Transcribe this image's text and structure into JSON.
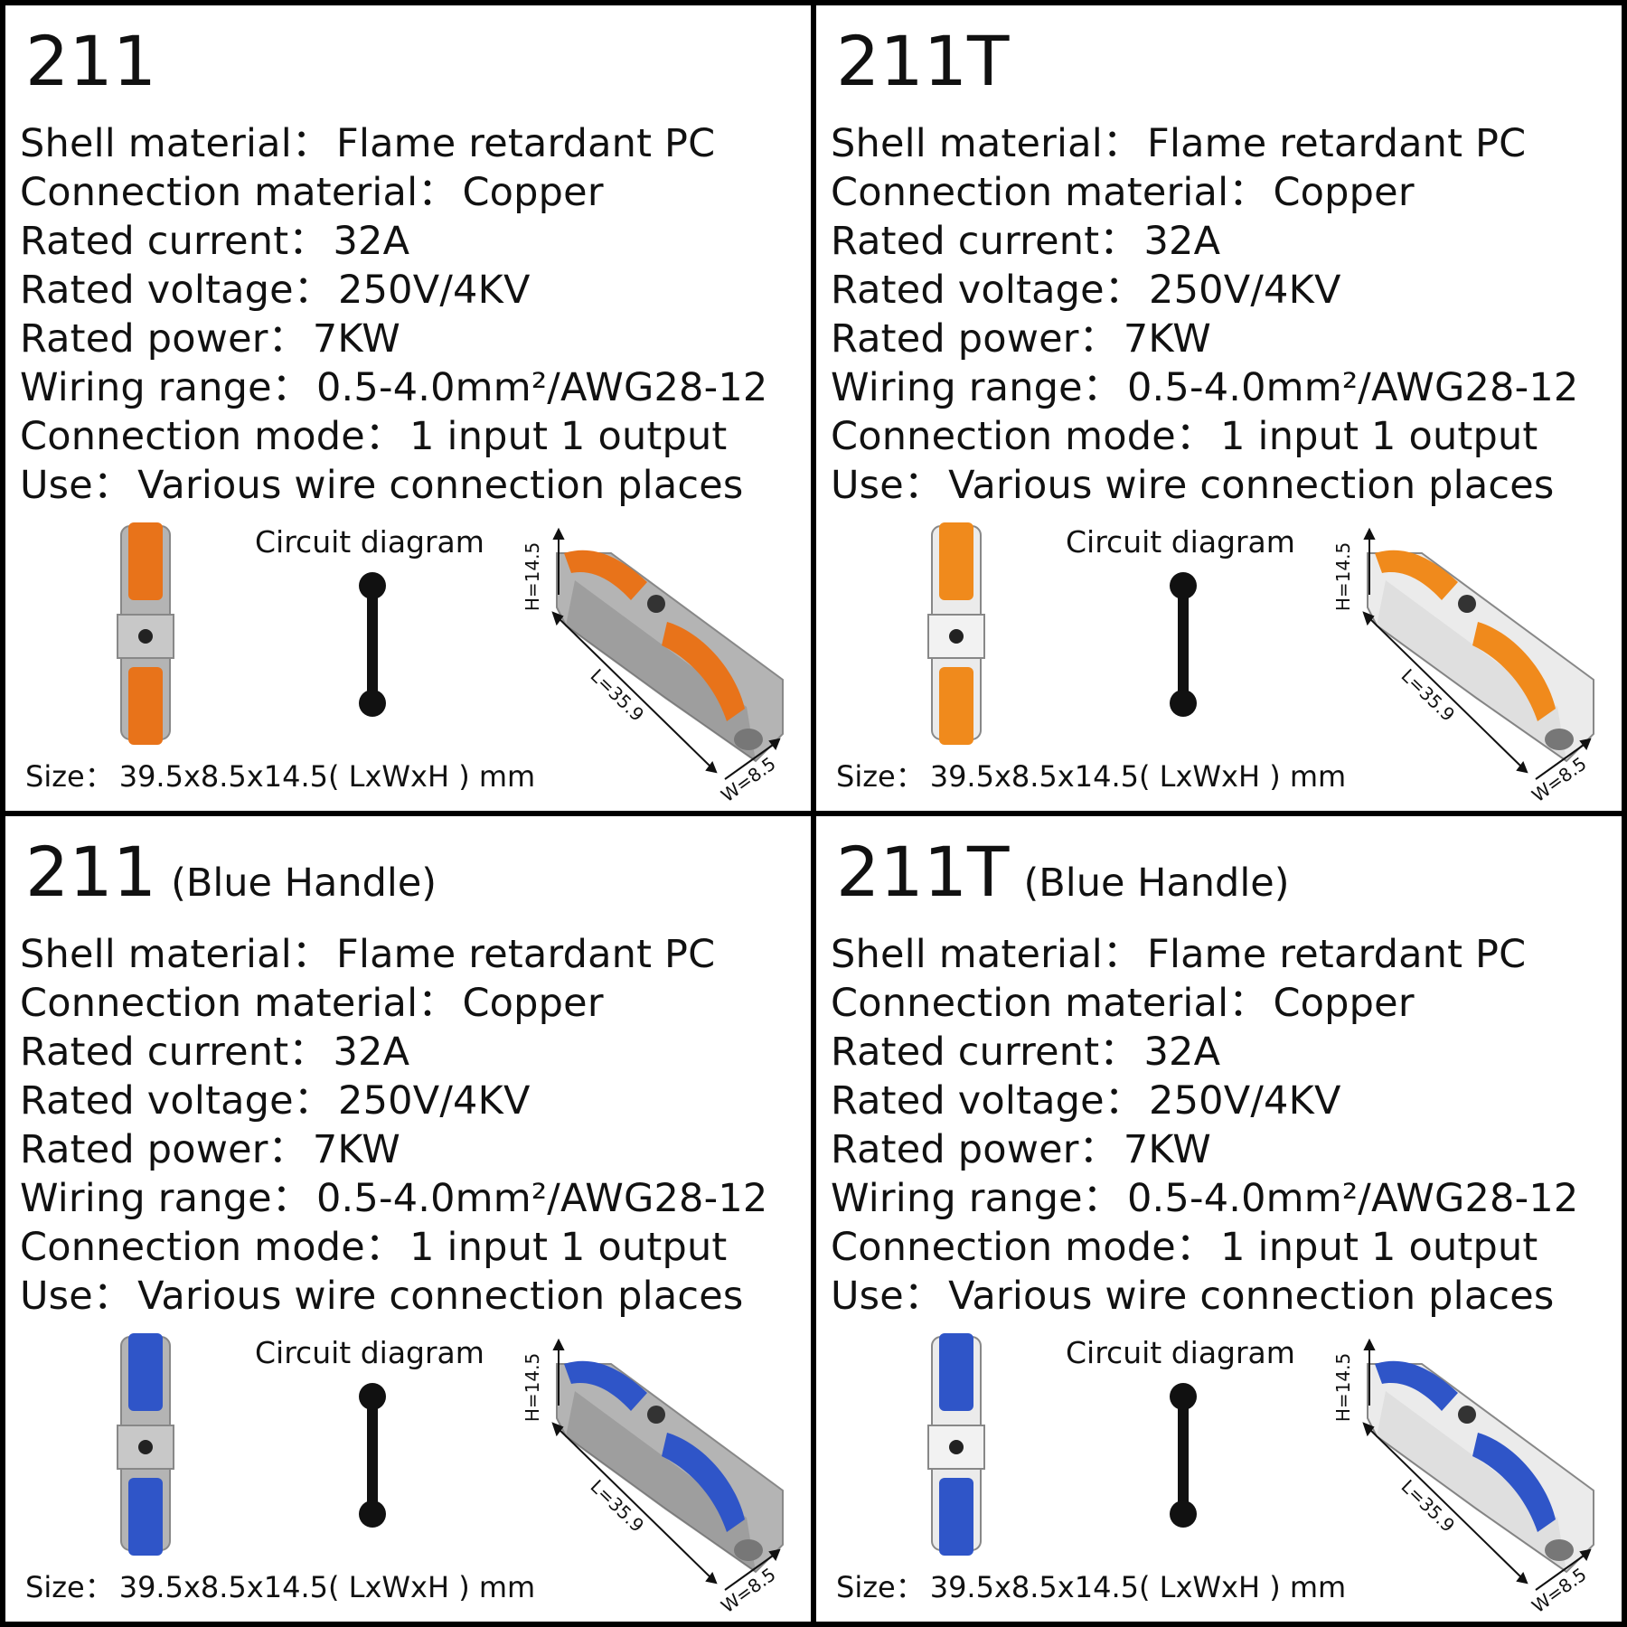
{
  "panels": [
    {
      "model": "211",
      "subtitle": "",
      "specs": [
        {
          "label": "Shell material",
          "value": "Flame retardant PC"
        },
        {
          "label": "Connection material",
          "value": "Copper"
        },
        {
          "label": "Rated current",
          "value": "32A"
        },
        {
          "label": "Rated voltage",
          "value": "250V/4KV"
        },
        {
          "label": "Rated power",
          "value": "7KW"
        },
        {
          "label": "Wiring range",
          "value": "0.5-4.0mm²/AWG28-12"
        },
        {
          "label": "Connection mode",
          "value": "1 input 1 output"
        },
        {
          "label": "Use",
          "value": "Various wire connection places"
        }
      ],
      "circuit_label": "Circuit diagram",
      "size_label": "Size",
      "size_value": "39.5x8.5x14.5( LxWxH ) mm",
      "dim_h": "H=14.5",
      "dim_l": "L=35.9",
      "dim_w": "W=8.5",
      "handle_color": "#e8731a",
      "shell_color": "#b4b4b4",
      "shell_transparent": false
    },
    {
      "model": "211T",
      "subtitle": "",
      "specs": [
        {
          "label": "Shell material",
          "value": "Flame retardant PC"
        },
        {
          "label": "Connection material",
          "value": "Copper"
        },
        {
          "label": "Rated current",
          "value": "32A"
        },
        {
          "label": "Rated voltage",
          "value": "250V/4KV"
        },
        {
          "label": "Rated power",
          "value": "7KW"
        },
        {
          "label": "Wiring range",
          "value": "0.5-4.0mm²/AWG28-12"
        },
        {
          "label": "Connection mode",
          "value": "1 input 1 output"
        },
        {
          "label": "Use",
          "value": "Various wire connection places"
        }
      ],
      "circuit_label": "Circuit diagram",
      "size_label": "Size",
      "size_value": "39.5x8.5x14.5( LxWxH ) mm",
      "dim_h": "H=14.5",
      "dim_l": "L=35.9",
      "dim_w": "W=8.5",
      "handle_color": "#f08a1c",
      "shell_color": "#e4e4e4",
      "shell_transparent": true
    },
    {
      "model": "211",
      "subtitle": "(Blue Handle)",
      "specs": [
        {
          "label": "Shell material",
          "value": "Flame retardant PC"
        },
        {
          "label": "Connection material",
          "value": "Copper"
        },
        {
          "label": "Rated current",
          "value": "32A"
        },
        {
          "label": "Rated voltage",
          "value": "250V/4KV"
        },
        {
          "label": "Rated power",
          "value": "7KW"
        },
        {
          "label": "Wiring range",
          "value": "0.5-4.0mm²/AWG28-12"
        },
        {
          "label": "Connection mode",
          "value": "1 input 1 output"
        },
        {
          "label": "Use",
          "value": "Various wire connection places"
        }
      ],
      "circuit_label": "Circuit diagram",
      "size_label": "Size",
      "size_value": "39.5x8.5x14.5( LxWxH ) mm",
      "dim_h": "H=14.5",
      "dim_l": "L=35.9",
      "dim_w": "W=8.5",
      "handle_color": "#2f55c8",
      "shell_color": "#b4b4b4",
      "shell_transparent": false
    },
    {
      "model": "211T",
      "subtitle": "(Blue Handle)",
      "specs": [
        {
          "label": "Shell material",
          "value": "Flame retardant PC"
        },
        {
          "label": "Connection material",
          "value": "Copper"
        },
        {
          "label": "Rated current",
          "value": "32A"
        },
        {
          "label": "Rated voltage",
          "value": "250V/4KV"
        },
        {
          "label": "Rated power",
          "value": "7KW"
        },
        {
          "label": "Wiring range",
          "value": "0.5-4.0mm²/AWG28-12"
        },
        {
          "label": "Connection mode",
          "value": "1 input 1 output"
        },
        {
          "label": "Use",
          "value": "Various wire connection places"
        }
      ],
      "circuit_label": "Circuit diagram",
      "size_label": "Size",
      "size_value": "39.5x8.5x14.5( LxWxH ) mm",
      "dim_h": "H=14.5",
      "dim_l": "L=35.9",
      "dim_w": "W=8.5",
      "handle_color": "#2f55c8",
      "shell_color": "#e4e4e4",
      "shell_transparent": true
    }
  ]
}
